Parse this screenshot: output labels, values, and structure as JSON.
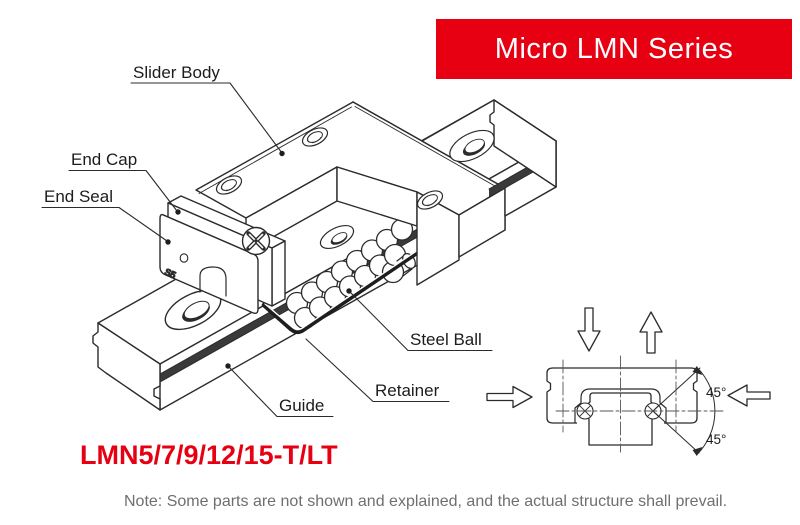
{
  "banner": {
    "text": "Micro LMN Series",
    "bg_color": "#e60012",
    "text_color": "#ffffff"
  },
  "diagram": {
    "labels": {
      "slider_body": "Slider Body",
      "end_cap": "End Cap",
      "end_seal": "End Seal",
      "steel_ball": "Steel Ball",
      "retainer": "Retainer",
      "guide": "Guide"
    },
    "seal_marking": "S5"
  },
  "model_code": "LMN5/7/9/12/15-T/LT",
  "cross_section": {
    "angle_top": "45°",
    "angle_bottom": "45°"
  },
  "note": "Note: Some parts are not shown and explained, and the actual structure shall prevail.",
  "colors": {
    "accent_red": "#e60012",
    "line": "#2b2b2b",
    "note_gray": "#6f6f6f"
  }
}
